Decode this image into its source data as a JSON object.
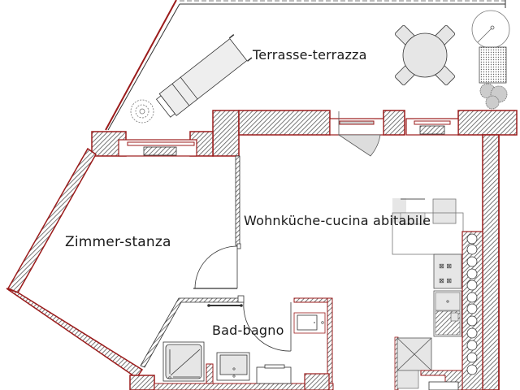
{
  "plan": {
    "rooms": [
      {
        "id": "terrace",
        "label": "Terrasse-terrazza"
      },
      {
        "id": "zimmer",
        "label": "Zimmer-stanza"
      },
      {
        "id": "kitchen",
        "label": "Wohnküche-cucina abitabile"
      },
      {
        "id": "bath",
        "label": "Bad-bagno"
      }
    ],
    "colors": {
      "wall_outline": "#9b1b1b",
      "wall_hatch": "#555555",
      "fixture_fill": "#e6e6e6",
      "line": "#333333",
      "background": "#ffffff"
    },
    "furniture": [
      "lounge-chair",
      "round-table-with-4-chairs",
      "umbrella",
      "planter",
      "potted-plant",
      "kitchen-island",
      "cooktop",
      "kitchen-sink",
      "fridge",
      "shower",
      "washbasin",
      "bathtub",
      "toilet",
      "towel-rail"
    ]
  }
}
